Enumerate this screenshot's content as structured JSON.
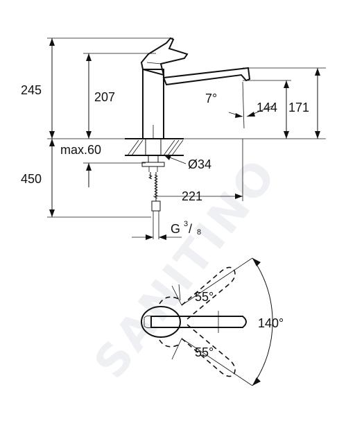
{
  "watermark": "SANITINO",
  "elevation": {
    "total_height": "245",
    "spout_height": "207",
    "spout_angle": "7°",
    "outlet_height": "144",
    "outlet_height_total": "171",
    "deck_thickness": "max.60",
    "hole_diameter": "Ø34",
    "hose_length": "450",
    "reach": "221",
    "connection_prefix": "G",
    "connection_num": "3",
    "connection_den": "8"
  },
  "plan": {
    "lever_angle_up": "55°",
    "lever_angle_down": "55°",
    "swivel_angle": "140°"
  }
}
